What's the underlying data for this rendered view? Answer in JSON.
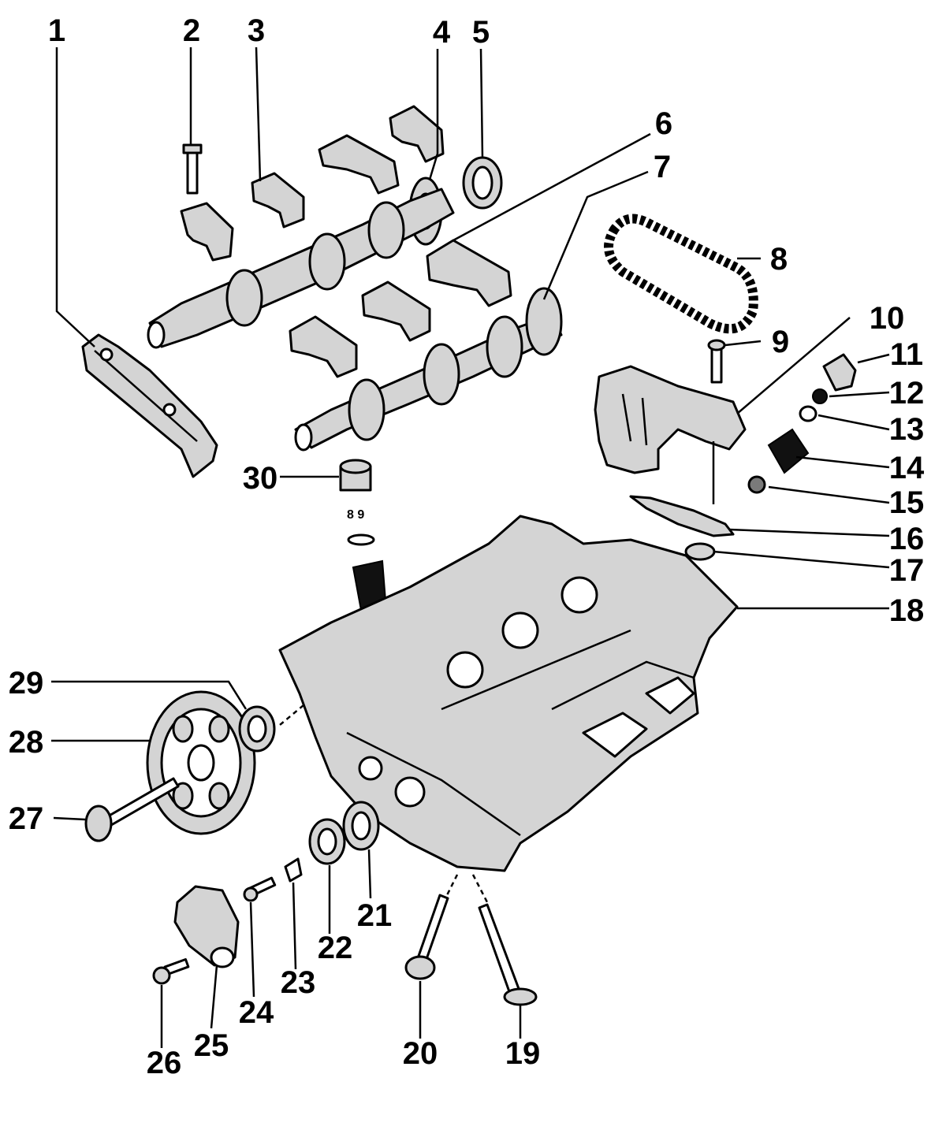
{
  "labels": [
    "1",
    "2",
    "3",
    "4",
    "5",
    "6",
    "7",
    "8",
    "9",
    "10",
    "11",
    "12",
    "13",
    "14",
    "15",
    "16",
    "17",
    "18",
    "19",
    "20",
    "21",
    "22",
    "23",
    "24",
    "25",
    "26",
    "27",
    "28",
    "29",
    "30"
  ],
  "small_text": "8 9"
}
